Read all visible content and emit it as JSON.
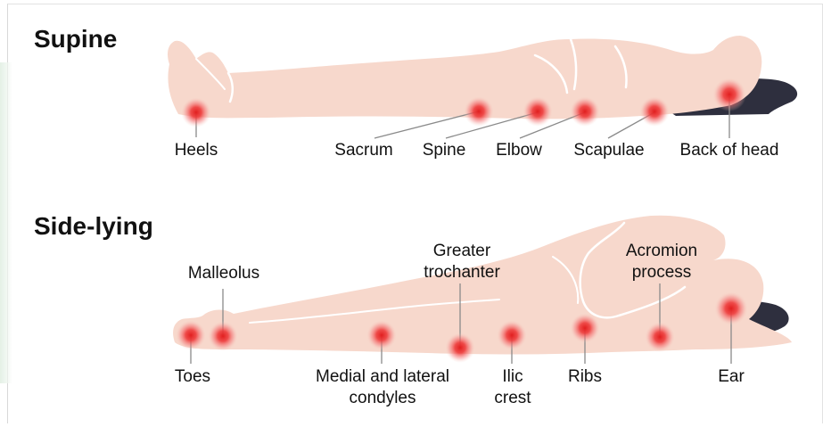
{
  "colors": {
    "body_fill": "#f7d8cc",
    "body_outline": "#ffffff",
    "pillow": "#2e2f3e",
    "pressure_core": "#e12a2a",
    "pressure_glow": "#f26a6a",
    "leader_line": "#8a8a8a"
  },
  "supine": {
    "title": "Supine",
    "labels": {
      "heels": "Heels",
      "sacrum": "Sacrum",
      "spine": "Spine",
      "elbow": "Elbow",
      "scapulae": "Scapulae",
      "back_of_head": "Back of head"
    }
  },
  "side_lying": {
    "title": "Side-lying",
    "labels": {
      "malleolus": "Malleolus",
      "greater_trochanter": "Greater trochanter",
      "acromion_process": "Acromion process",
      "toes": "Toes",
      "medial_lateral_condyles": "Medial and lateral condyles",
      "ilic_crest": "Ilic crest",
      "ribs": "Ribs",
      "ear": "Ear"
    }
  }
}
